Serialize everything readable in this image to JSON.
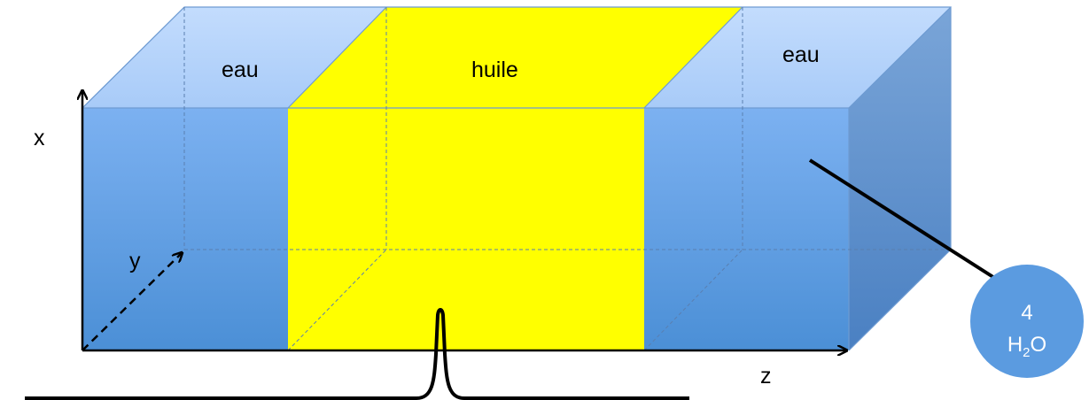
{
  "labels": {
    "axis_x": "x",
    "axis_y": "y",
    "axis_z": "z",
    "region_left": "eau",
    "region_middle": "huile",
    "region_right": "eau"
  },
  "molecule": {
    "count": "4",
    "formula_prefix": "H",
    "formula_subscript": "2",
    "formula_suffix": "O"
  },
  "colors": {
    "water_front_top": "#78aef0",
    "water_front_bottom": "#4b8fd6",
    "water_top_face": "#b7d4fb",
    "water_side_top": "#6d9ad0",
    "water_side_bottom": "#4d83c4",
    "oil": "#ffff00",
    "circle": "#5b9be0",
    "outline": "#5c8fcc",
    "axis": "#000000"
  }
}
